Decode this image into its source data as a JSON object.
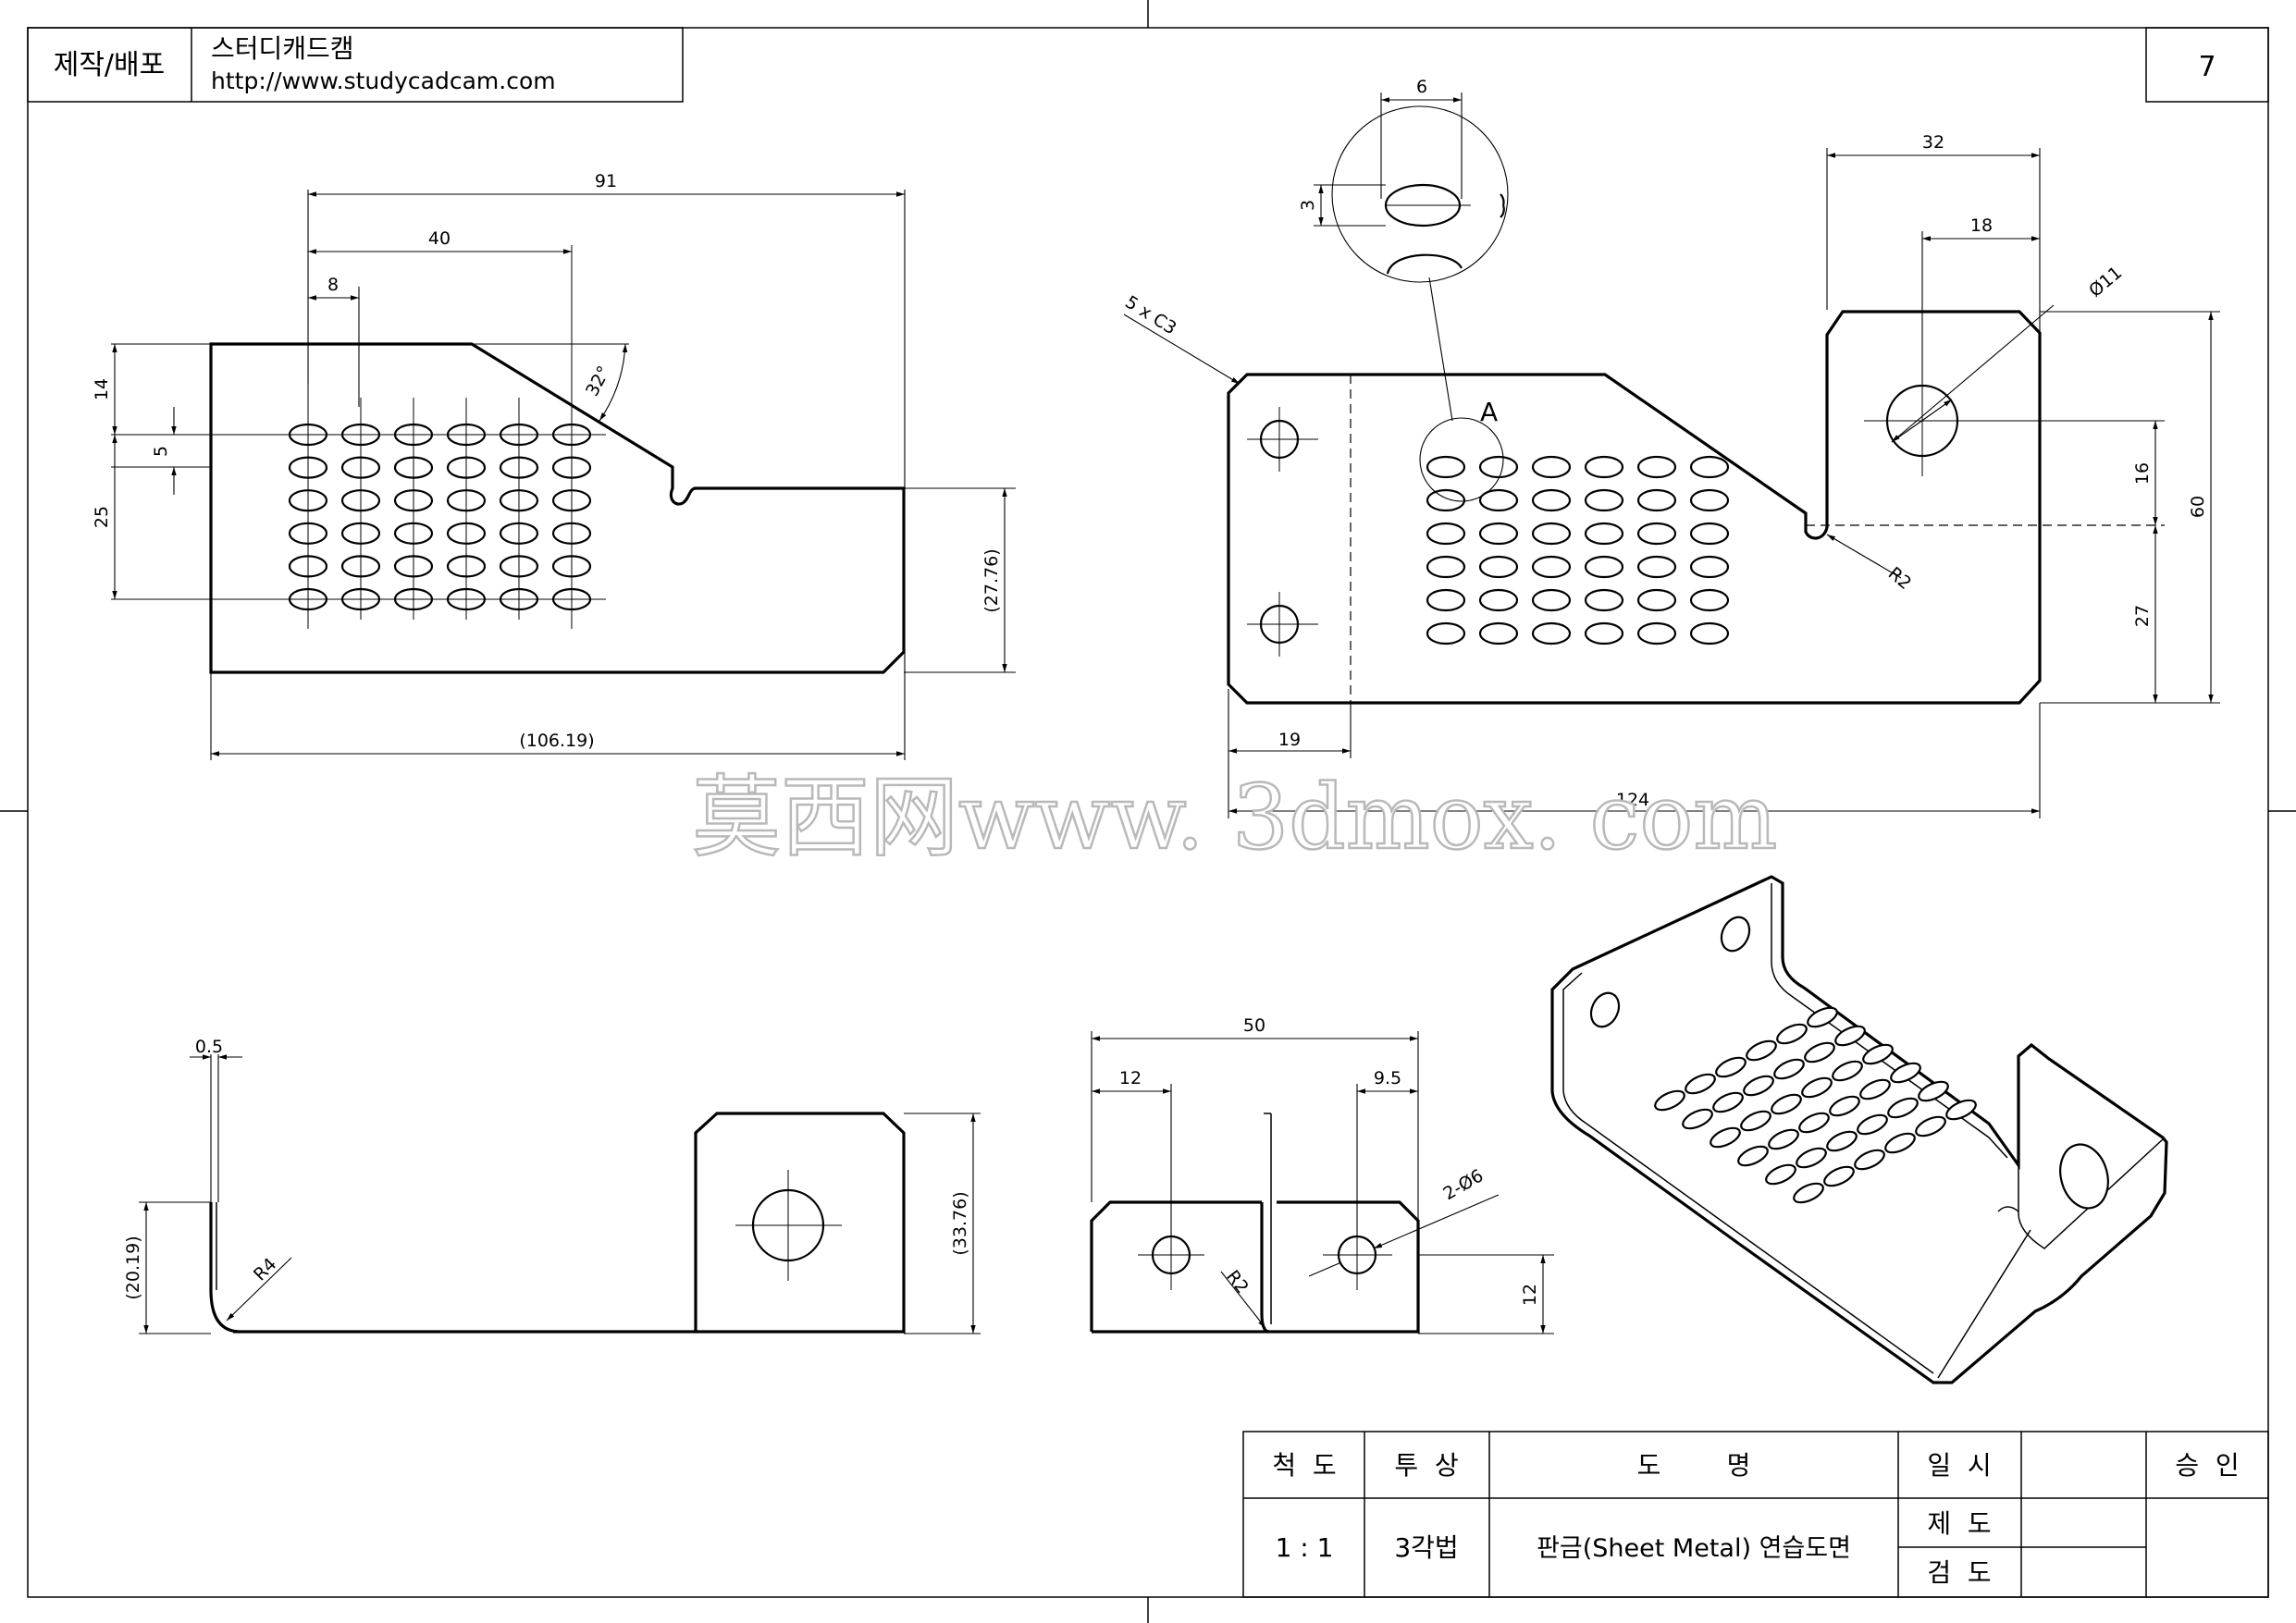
{
  "header": {
    "label": "제작/배포",
    "name": "스터디캐드캠",
    "url": "http://www.studycadcam.com",
    "page_number": "7"
  },
  "title_block": {
    "scale_header": "척  도",
    "projection_header": "투  상",
    "name_header": "도        명",
    "date_header": "일  시",
    "approval_header": "승  인",
    "drafted_label": "제  도",
    "checked_label": "검  도",
    "scale_value": "1 : 1",
    "projection_value": "3각법",
    "drawing_name": "판금(Sheet Metal) 연습도면"
  },
  "watermark": "莫西网www. 3dmox. com",
  "top_left_view": {
    "dims": {
      "d91": "91",
      "d40": "40",
      "d8": "8",
      "d14": "14",
      "d5": "5",
      "d25": "25",
      "angle": "32°",
      "d27_76": "(27.76)",
      "d106_19": "(106.19)"
    }
  },
  "top_right_view": {
    "dims": {
      "d6": "6",
      "d3": "3",
      "chamfer": "5 x C3",
      "detail_label": "A",
      "d32": "32",
      "d18": "18",
      "dia11": "Ø11",
      "d16": "16",
      "d60": "60",
      "r2": "R2",
      "d27": "27",
      "d19": "19",
      "d124": "124"
    }
  },
  "bottom_left_view": {
    "dims": {
      "d0_5": "0.5",
      "d20_19": "(20.19)",
      "r4": "R4",
      "d33_76": "(33.76)"
    }
  },
  "bottom_mid_view": {
    "dims": {
      "d50": "50",
      "d12": "12",
      "d9_5": "9.5",
      "holes": "2-Ø6",
      "r2": "R2",
      "d12v": "12"
    }
  }
}
